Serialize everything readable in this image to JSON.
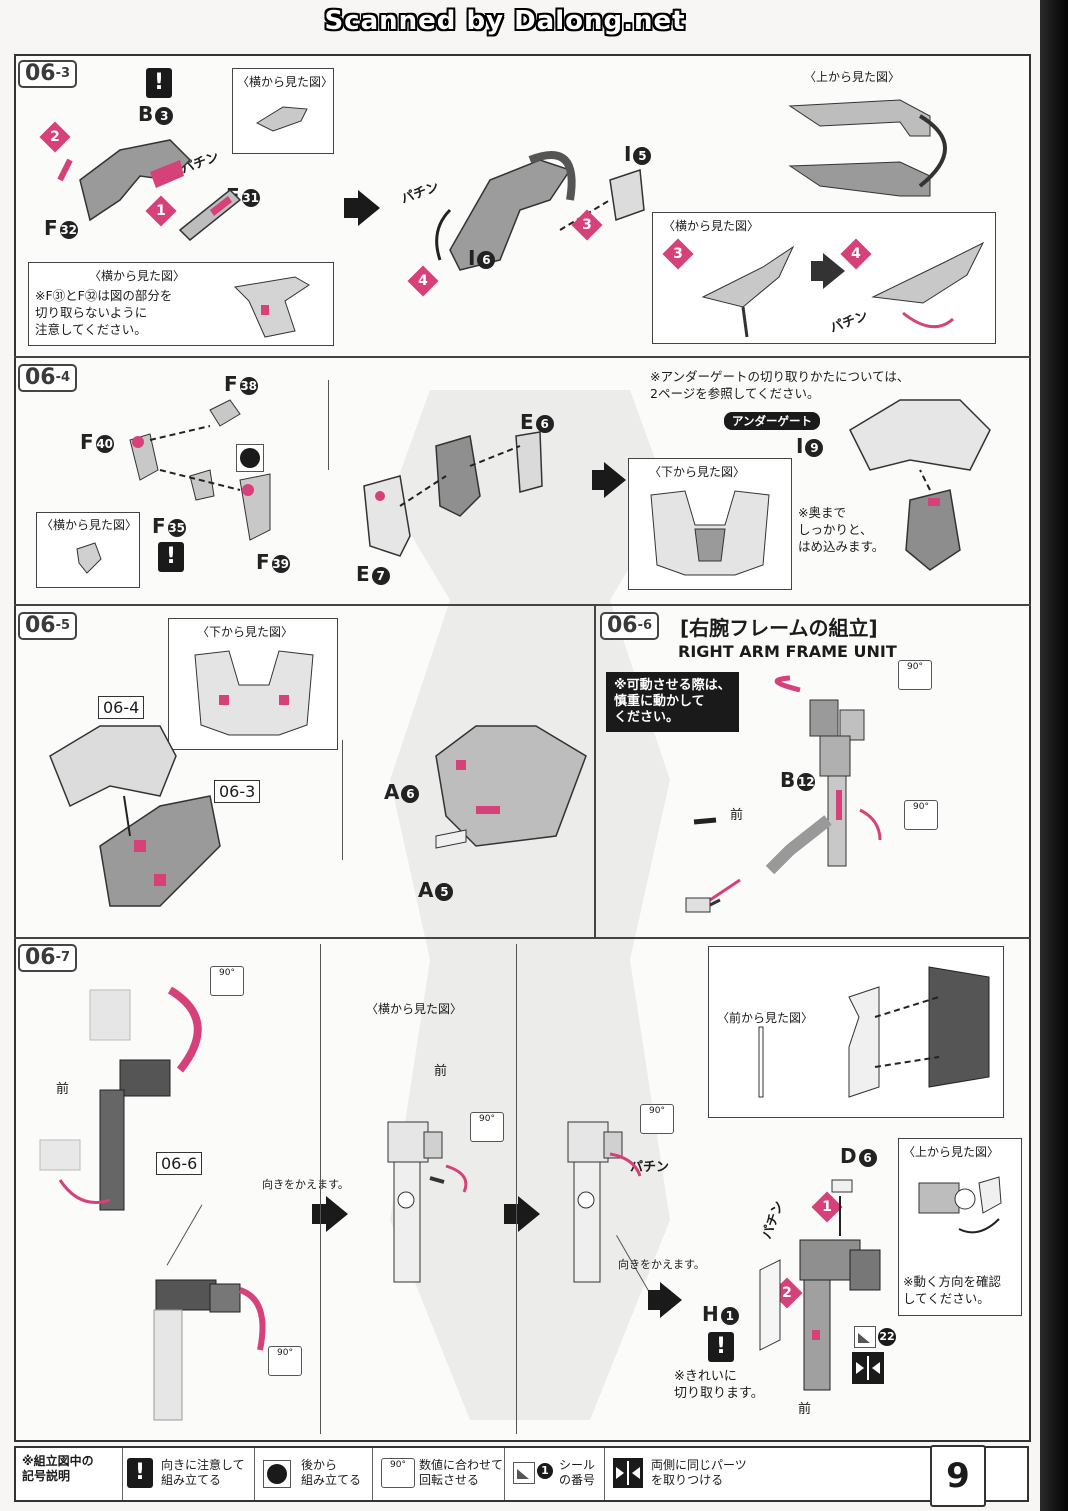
{
  "header": {
    "scan_credit": "Scanned by Dalong.net"
  },
  "page_number": "9",
  "sections": {
    "s063": {
      "id": "06",
      "sub": "3",
      "side_view": "〈横から見た図〉",
      "top_view": "〈上から見た図〉",
      "side_view2": "〈横から見た図〉",
      "side_view3": "〈横から見た図〉",
      "parts": {
        "b3": "B",
        "f31": "F",
        "f32": "F",
        "i5": "I",
        "i6": "I"
      },
      "part_nums": {
        "b3": "3",
        "f31": "31",
        "f32": "32",
        "i5": "5",
        "i6": "6"
      },
      "snap": "パチン",
      "note": "※F㉛とF㉜は図の部分を\n切り取らないように\n注意してください。",
      "steps": [
        "1",
        "2",
        "3",
        "4"
      ]
    },
    "s064": {
      "id": "06",
      "sub": "4",
      "side_view": "〈横から見た図〉",
      "bottom_view": "〈下から見た図〉",
      "parts": {
        "f38": "F",
        "f40": "F",
        "f35": "F",
        "f39": "F",
        "e6": "E",
        "e7": "E",
        "i9": "I"
      },
      "part_nums": {
        "f38": "38",
        "f40": "40",
        "f35": "35",
        "f39": "39",
        "e6": "6",
        "e7": "7",
        "i9": "9"
      },
      "undergate_note": "※アンダーゲートの切り取りかたについては、\n2ページを参照してください。",
      "undergate_badge": "アンダーゲート",
      "press_note": "※奥まで\nしっかりと、\nはめ込みます。"
    },
    "s065": {
      "id": "06",
      "sub": "5",
      "bottom_view": "〈下から見た図〉",
      "ref_a": "06-4",
      "ref_b": "06-3",
      "parts": {
        "a6": "A",
        "a5": "A"
      },
      "part_nums": {
        "a6": "6",
        "a5": "5"
      }
    },
    "s066": {
      "id": "06",
      "sub": "6",
      "title_jp": "[右腕フレームの組立]",
      "title_en": "RIGHT ARM FRAME UNIT",
      "callout": "※可動させる際は、\n慎重に動かして\nください。",
      "part": "B",
      "part_num": "12",
      "front": "前",
      "rot": "90°"
    },
    "s067": {
      "id": "06",
      "sub": "7",
      "side_view": "〈横から見た図〉",
      "front_view": "〈前から見た図〉",
      "top_view": "〈上から見た図〉",
      "ref": "06-6",
      "front": "前",
      "turn1": "向きをかえます。",
      "turn2": "向きをかえます。",
      "snap": "パチン",
      "parts": {
        "d6": "D",
        "h1": "H"
      },
      "part_nums": {
        "d6": "6",
        "h1": "1"
      },
      "clean_cut": "※きれいに\n切り取ります。",
      "check_dir": "※動く方向を確認\nしてください。",
      "sticker_no": "22",
      "rot": "90°"
    }
  },
  "legend": {
    "title": "※組立図中の\n記号説明",
    "items": [
      {
        "icon": "warning-icon",
        "text": "向きに注意して\n組み立てる"
      },
      {
        "icon": "back-assembly-icon",
        "text": "後から\n組み立てる"
      },
      {
        "icon": "rotate-90-icon",
        "text": "数値に合わせて\n回転させる"
      },
      {
        "icon": "sticker-icon",
        "text": "シール\nの番号"
      },
      {
        "icon": "symmetric-parts-icon",
        "text": "両側に同じパーツ\nを取りつける"
      }
    ],
    "rot": "90°",
    "sticker_sample": "1"
  },
  "colors": {
    "accent": "#d6417a",
    "ink": "#1a1a1a",
    "paper": "#f7f6f4"
  }
}
